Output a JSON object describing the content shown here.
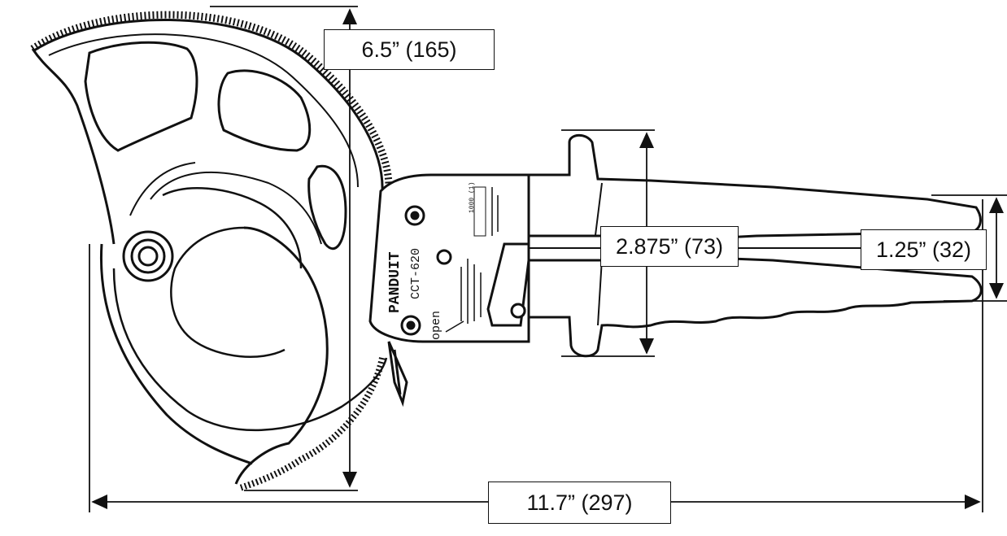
{
  "dimensions": {
    "height": "6.5” (165)",
    "handle_spread": "2.875” (73)",
    "grip_thickness": "1.25” (32)",
    "overall_length": "11.7” (297)"
  },
  "tool_markings": {
    "brand": "PANDUIT",
    "model": "CCT-620",
    "open_label": "open",
    "rating": "1000 (1)"
  }
}
